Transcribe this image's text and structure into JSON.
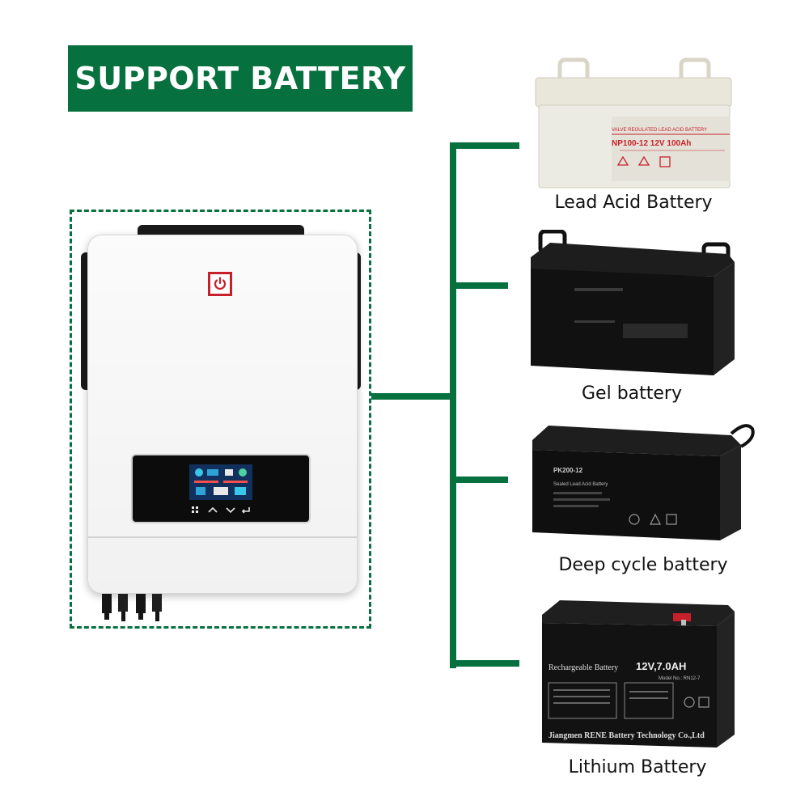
{
  "banner": {
    "title": "SUPPORT BATTERY"
  },
  "colors": {
    "brand_green": "#06703f",
    "logo_red": "#c8202a"
  },
  "inverter": {
    "logo_icon": "power-icon"
  },
  "batteries": [
    {
      "label": "Lead Acid Battery",
      "case_text_1": "VALVE REGULATED LEAD ACID BATTERY",
      "case_text_2": "NP100-12  12V 100Ah"
    },
    {
      "label": "Gel battery"
    },
    {
      "label": "Deep cycle battery",
      "case_text_1": "PK200-12",
      "case_text_2": "Sealed Lead Acid Battery"
    },
    {
      "label": "Lithium Battery",
      "case_text_1": "Rechargeable Battery",
      "case_text_2": "12V,7.0AH",
      "case_text_3": "Model No.: RN12-7",
      "case_text_4": "Jiangmen RENE Battery Technology Co.,Ltd"
    }
  ]
}
